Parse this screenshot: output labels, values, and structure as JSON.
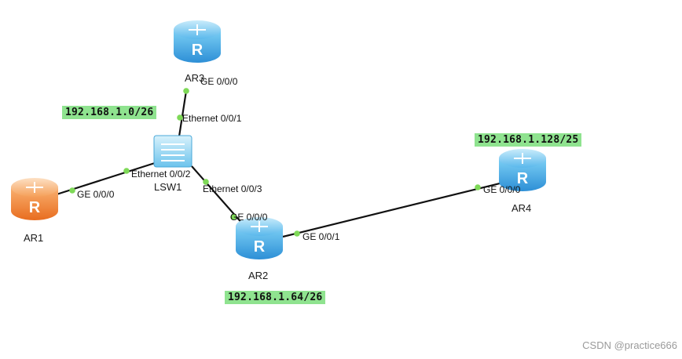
{
  "devices": {
    "ar1": {
      "label": "AR1",
      "color": "#f08a3a"
    },
    "ar2": {
      "label": "AR2",
      "color": "#3fa9e8"
    },
    "ar3": {
      "label": "AR3",
      "color": "#3fa9e8"
    },
    "ar4": {
      "label": "AR4",
      "color": "#3fa9e8"
    },
    "lsw1": {
      "label": "LSW1",
      "color": "#7fcdf0"
    }
  },
  "ports": {
    "ar3_ge000": "GE 0/0/0",
    "lsw1_eth001": "Ethernet 0/0/1",
    "lsw1_eth002": "Ethernet 0/0/2",
    "lsw1_eth003": "Ethernet 0/0/3",
    "ar1_ge000": "GE 0/0/0",
    "ar2_ge000": "GE 0/0/0",
    "ar2_ge001": "GE 0/0/1",
    "ar4_ge000": "GE 0/0/0"
  },
  "networks": {
    "lan1": "192.168.1.0/26",
    "lan2": "192.168.1.64/26",
    "lan3": "192.168.1.128/25"
  },
  "colors": {
    "link": "#111111",
    "port_dot": "#7ed957",
    "net_bg": "#8fe38f"
  },
  "watermark": "CSDN @practice666"
}
